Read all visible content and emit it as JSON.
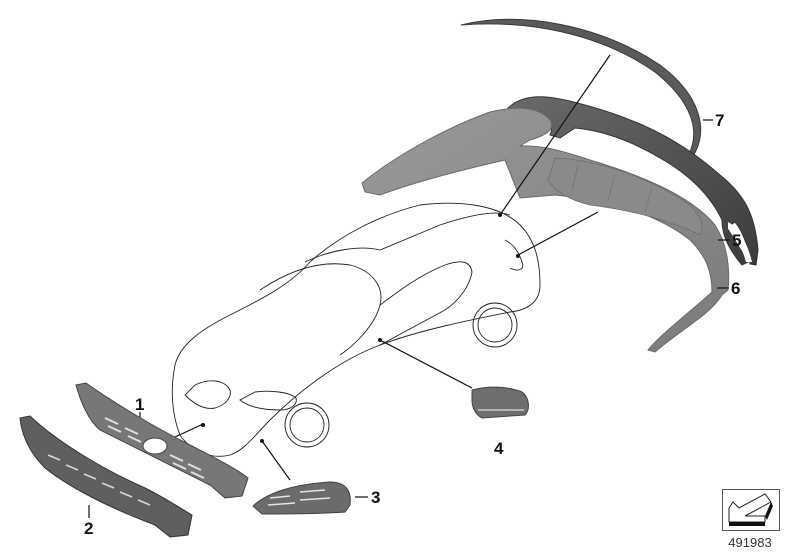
{
  "diagram": {
    "type": "exploded parts diagram",
    "subject": "Car body trim / M aerodynamic parts",
    "parts": [
      {
        "callout": "1",
        "name": "front bumper center grille trim",
        "color": "#6b6b6b"
      },
      {
        "callout": "2",
        "name": "front bumper lower grille trim",
        "color": "#5f5f5f"
      },
      {
        "callout": "3",
        "name": "side air intake grille",
        "color": "#6b6b6b"
      },
      {
        "callout": "4",
        "name": "exterior mirror cap",
        "color": "#6e6e6e"
      },
      {
        "callout": "5",
        "name": "rear diffuser frame trim",
        "color": "#4a4a4a"
      },
      {
        "callout": "6",
        "name": "rear bumper diffuser",
        "color": "#8d8d8d"
      },
      {
        "callout": "7",
        "name": "rear roof spoiler strip",
        "color": "#5a5a5a"
      }
    ],
    "reference_number": "491983"
  }
}
